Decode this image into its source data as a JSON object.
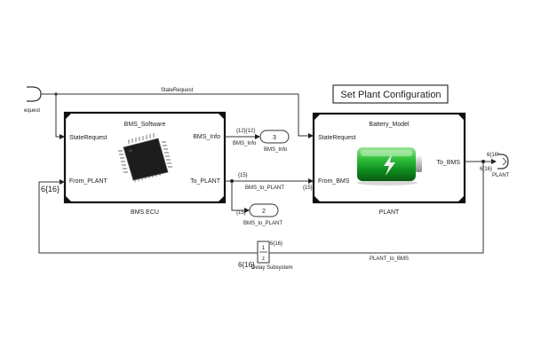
{
  "diagram": {
    "inport_label": "equest",
    "state_request_wire_label": "StateRequest",
    "bms_ecu": {
      "title": "BMS_Software",
      "caption": "BMS ECU",
      "port_state_request": "StateRequest",
      "port_from_plant": "From_PLANT",
      "port_bms_info": "BMS_Info",
      "port_to_plant": "To_PLANT",
      "chip_icon": "microchip-icon"
    },
    "plant": {
      "title": "Battery_Model",
      "caption": "PLANT",
      "port_state_request": "StateRequest",
      "port_from_bms": "From_BMS",
      "port_to_bms": "To_BMS",
      "battery_icon": "battery-icon"
    },
    "set_plant_button": "Set Plant Configuration",
    "bms_info": {
      "dims": "{12}{12}",
      "outport": "3",
      "signal": "BMS_Info",
      "sub_label": "BMS_Info"
    },
    "to_plant": {
      "dims": "{15}",
      "signal": "BMS_to_PLANT",
      "plant_in_dims": "{15}"
    },
    "bms_to_plant_out": {
      "dims": "{15}",
      "outport": "2",
      "sub_label": "BMS_to_PLANT"
    },
    "plant_out": {
      "dims_top": "6{16}",
      "dims_bottom": "6{16}",
      "label": "PLANT"
    },
    "feedback": {
      "signal": "PLANT_to_BMS",
      "ecu_in_dims": "6{16}",
      "delay_dims": "6{16}",
      "delay_out_dims": "6{16}"
    },
    "delay": {
      "label": "Delay Subsystem",
      "top_digit": "1",
      "bottom_digit": "z"
    }
  }
}
